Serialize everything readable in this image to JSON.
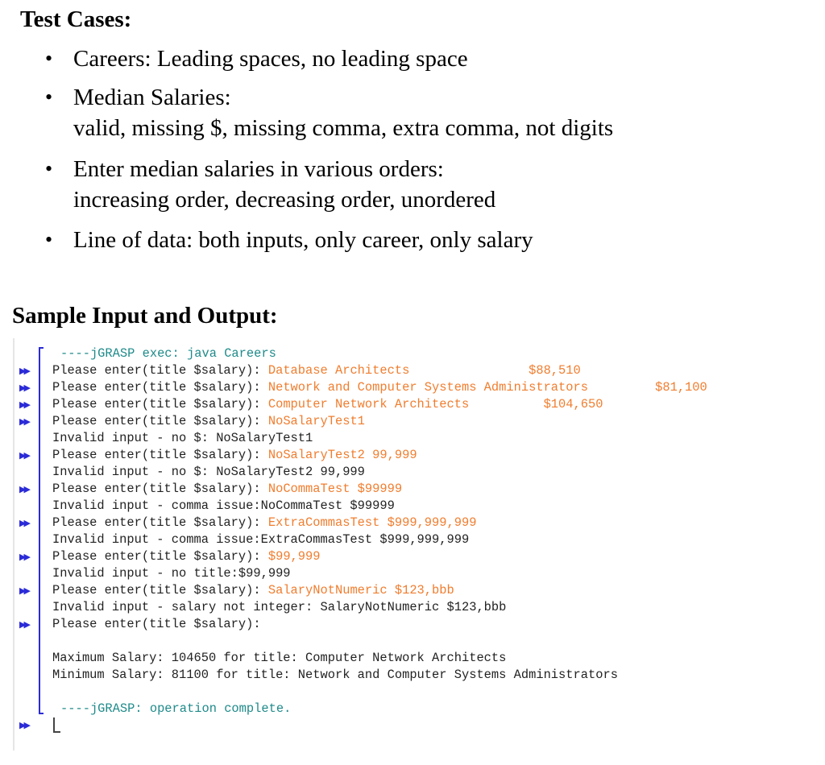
{
  "test_cases": {
    "heading": "Test Cases:",
    "bullet_glyph": "•",
    "items": [
      {
        "lines": [
          "Careers: Leading spaces, no leading space"
        ]
      },
      {
        "lines": [
          "Median Salaries:",
          "valid, missing $, missing comma, extra comma, not digits"
        ]
      },
      {
        "lines": [
          "Enter median salaries in various orders:",
          "increasing order, decreasing order, unordered"
        ]
      },
      {
        "lines": [
          "Line of data: both inputs, only career, only salary"
        ]
      }
    ]
  },
  "sample": {
    "heading": "Sample Input and Output:"
  },
  "console": {
    "arrow_glyph": "▶▶",
    "exec_start": "----jGRASP exec: java Careers",
    "prompt": "Please enter(title $salary): ",
    "lines": [
      {
        "prompt": "Please enter(title $salary): ",
        "input": "Database Architects                $88,510"
      },
      {
        "prompt": "Please enter(title $salary): ",
        "input": "Network and Computer Systems Administrators         $81,100"
      },
      {
        "prompt": "Please enter(title $salary): ",
        "input": "Computer Network Architects          $104,650"
      },
      {
        "prompt": "Please enter(title $salary): ",
        "input": "NoSalaryTest1"
      },
      {
        "output": "Invalid input - no $: NoSalaryTest1"
      },
      {
        "prompt": "Please enter(title $salary): ",
        "input": "NoSalaryTest2 99,999"
      },
      {
        "output": "Invalid input - no $: NoSalaryTest2 99,999"
      },
      {
        "prompt": "Please enter(title $salary): ",
        "input": "NoCommaTest $99999"
      },
      {
        "output": "Invalid input - comma issue:NoCommaTest $99999"
      },
      {
        "prompt": "Please enter(title $salary): ",
        "input": "ExtraCommasTest $999,999,999"
      },
      {
        "output": "Invalid input - comma issue:ExtraCommasTest $999,999,999"
      },
      {
        "prompt": "Please enter(title $salary): ",
        "input": "$99,999"
      },
      {
        "output": "Invalid input - no title:$99,999"
      },
      {
        "prompt": "Please enter(title $salary): ",
        "input": "SalaryNotNumeric $123,bbb"
      },
      {
        "output": "Invalid input - salary not integer: SalaryNotNumeric $123,bbb"
      },
      {
        "prompt": "Please enter(title $salary):",
        "input": ""
      },
      {
        "output": ""
      },
      {
        "output": "Maximum Salary: 104650 for title: Computer Network Architects"
      },
      {
        "output": "Minimum Salary: 81100 for title: Network and Computer Systems Administrators"
      }
    ],
    "exec_end": "----jGRASP: operation complete.",
    "colors": {
      "exec": "#1f8a8a",
      "input": "#f07d2e",
      "arrow": "#2b2bd8",
      "bracket": "#2b2bd8",
      "output": "#222222"
    }
  }
}
